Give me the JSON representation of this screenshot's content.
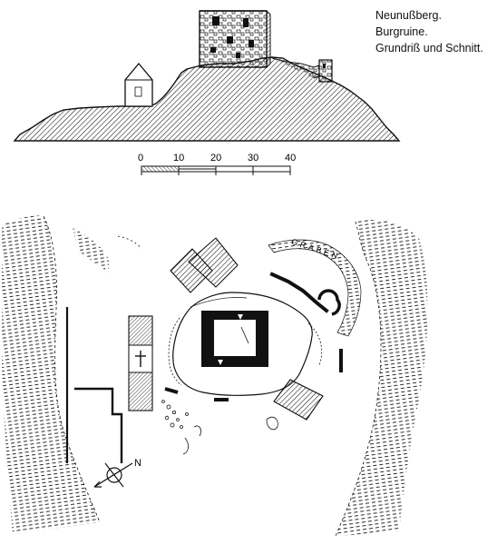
{
  "caption": {
    "line1": "Neunußberg.",
    "line2": "Burgruine.",
    "line3": "Grundriß und Schnitt."
  },
  "scale_bar": {
    "labels": [
      "0",
      "10",
      "20",
      "30",
      "40"
    ]
  },
  "plan": {
    "ditch_label": "GRABEN",
    "north_label": "N"
  },
  "colors": {
    "ink": "#111111",
    "paper": "#ffffff"
  }
}
